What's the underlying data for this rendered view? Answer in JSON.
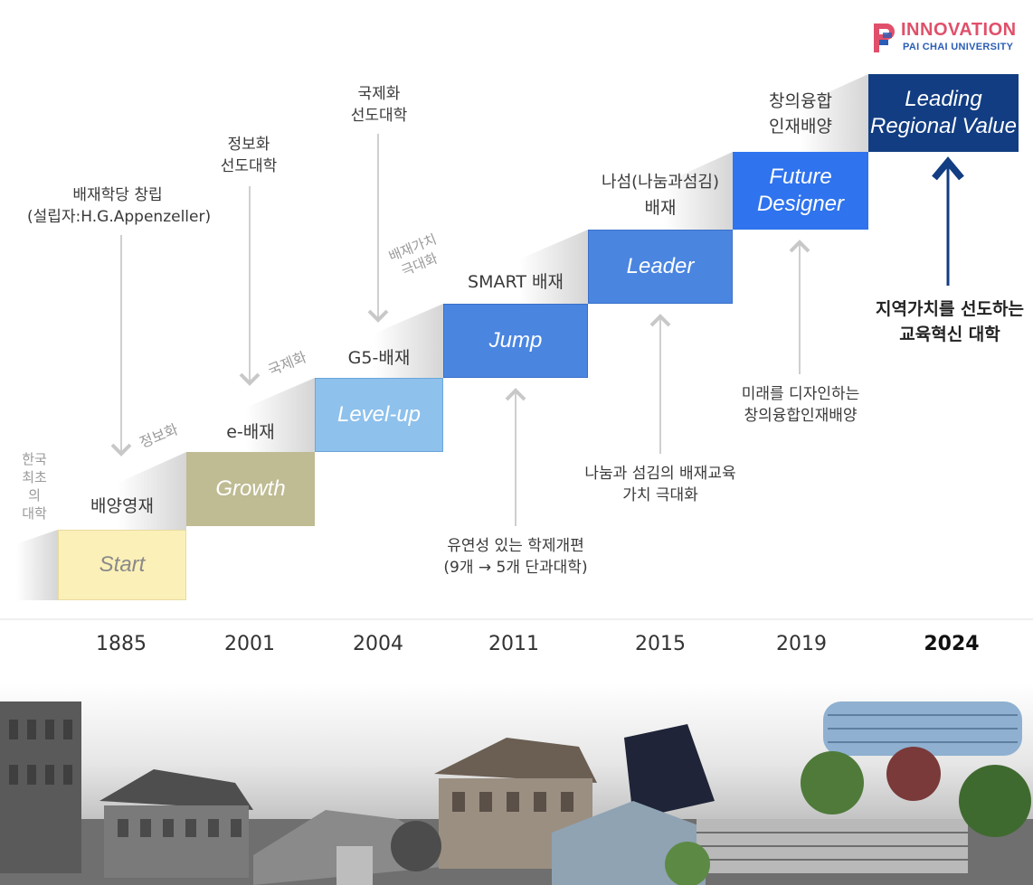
{
  "logo": {
    "title": "INNOVATION",
    "subtitle": "PAI CHAI UNIVERSITY",
    "mark_color_1": "#e0506a",
    "mark_color_2": "#2a5db5"
  },
  "steps": [
    {
      "label": "Start",
      "heading": "배양영재",
      "year": "1885",
      "color": "#fbf0b8",
      "text_color": "#8a8a8a"
    },
    {
      "label": "Growth",
      "heading": "e-배재",
      "year": "2001",
      "color": "#bfbb93",
      "text_color": "#ffffff"
    },
    {
      "label": "Level-up",
      "heading": "G5-배재",
      "year": "2004",
      "color": "#8ec1ec",
      "text_color": "#ffffff"
    },
    {
      "label": "Jump",
      "heading": "SMART 배재",
      "year": "2011",
      "color": "#4a85e0",
      "text_color": "#ffffff"
    },
    {
      "label": "Leader",
      "heading_1": "나섬(나눔과섬김)",
      "heading_2": "배재",
      "year": "2015",
      "color": "#4a85e0",
      "text_color": "#ffffff"
    },
    {
      "label_1": "Future",
      "label_2": "Designer",
      "heading_1": "창의융합",
      "heading_2": "인재배양",
      "year": "2019",
      "color": "#2f73ee",
      "text_color": "#ffffff"
    },
    {
      "label_1": "Leading",
      "label_2": "Regional Value",
      "year": "2024",
      "color": "#123d82",
      "text_color": "#ffffff"
    }
  ],
  "ramp_labels": {
    "first_1": "한국",
    "first_2": "최초의",
    "first_3": "대학",
    "info": "정보화",
    "global": "국제화",
    "value_1": "배재가치",
    "value_2": "극대화"
  },
  "top_notes": {
    "founding_1": "배재학당 창립",
    "founding_2": "(설립자:H.G.Appenzeller)",
    "info_1": "정보화",
    "info_2": "선도대학",
    "global_1": "국제화",
    "global_2": "선도대학"
  },
  "bottom_notes": {
    "reorg_1": "유연성 있는 학제개편",
    "reorg_2": "(9개 → 5개 단과대학)",
    "share_1": "나눔과 섬김의 배재교육",
    "share_2": "가치 극대화",
    "future_1": "미래를 디자인하는",
    "future_2": "창의융합인재배양"
  },
  "goal": {
    "line_1": "지역가치를 선도하는",
    "line_2": "교육혁신 대학"
  }
}
